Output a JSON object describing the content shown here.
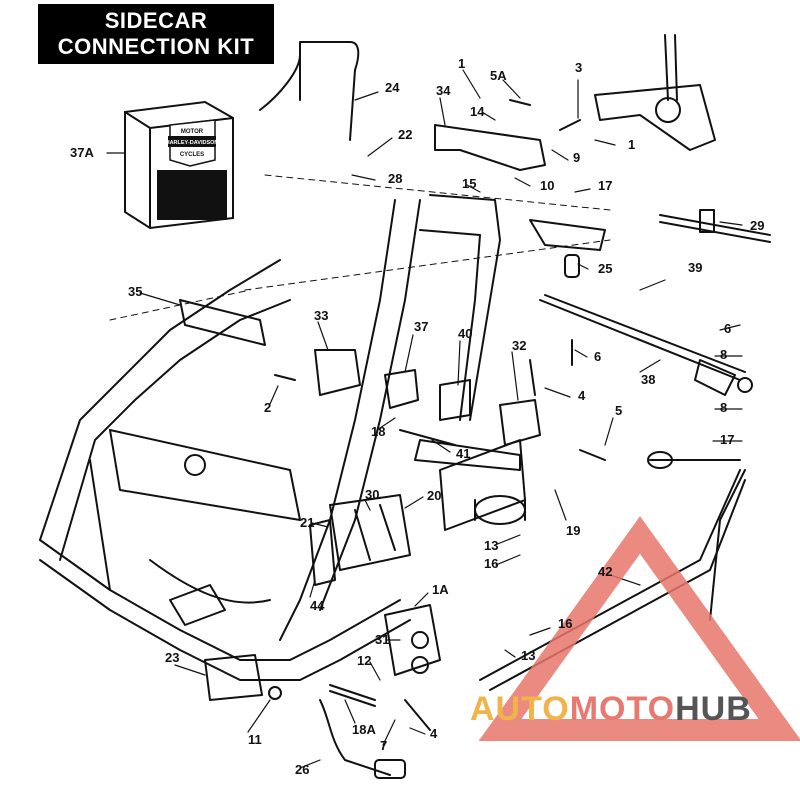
{
  "title": {
    "line1": "SIDECAR",
    "line2": "CONNECTION KIT"
  },
  "box_logo": {
    "line1": "MOTOR",
    "line2": "HARLEY-DAVIDSON",
    "line3": "CYCLES"
  },
  "callouts": [
    "1",
    "5A",
    "3",
    "34",
    "14",
    "1",
    "24",
    "22",
    "37A",
    "9",
    "28",
    "15",
    "10",
    "17",
    "29",
    "25",
    "39",
    "35",
    "33",
    "37",
    "40",
    "32",
    "6",
    "6",
    "8",
    "38",
    "2",
    "4",
    "8",
    "18",
    "41",
    "5",
    "17",
    "30",
    "20",
    "19",
    "21",
    "13",
    "16",
    "42",
    "44",
    "1A",
    "31",
    "16",
    "12",
    "13",
    "23",
    "11",
    "18A",
    "4",
    "7",
    "26"
  ],
  "watermark": {
    "part1": "AUTO",
    "part2": "MOTO",
    "part3": "HUB"
  },
  "colors": {
    "ink": "#111111",
    "watermark_red": "#e8766b",
    "watermark_orange": "#f0b44a",
    "watermark_gray": "#555555"
  }
}
